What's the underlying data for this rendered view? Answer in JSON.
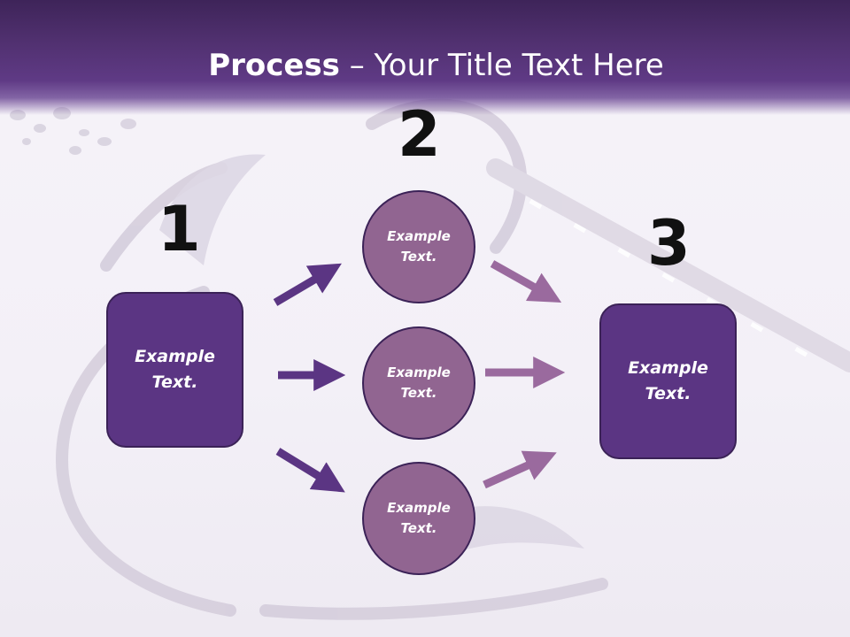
{
  "title": {
    "bold": "Process",
    "rest": " – Your Title Text Here"
  },
  "steps": [
    {
      "number": "1",
      "label": "Example Text."
    },
    {
      "number": "2",
      "label": "Example Text."
    },
    {
      "number": "3",
      "label": "Example Text."
    }
  ],
  "middle_nodes": [
    {
      "label": "Example Text."
    },
    {
      "label": "Example Text."
    },
    {
      "label": "Example Text."
    }
  ],
  "colors": {
    "header": "#50306f",
    "box_fill": "#5b3583",
    "circle_fill": "#916591",
    "arrow_dark": "#5b3583",
    "arrow_light": "#9a6a9e",
    "outline": "#3b2257"
  }
}
